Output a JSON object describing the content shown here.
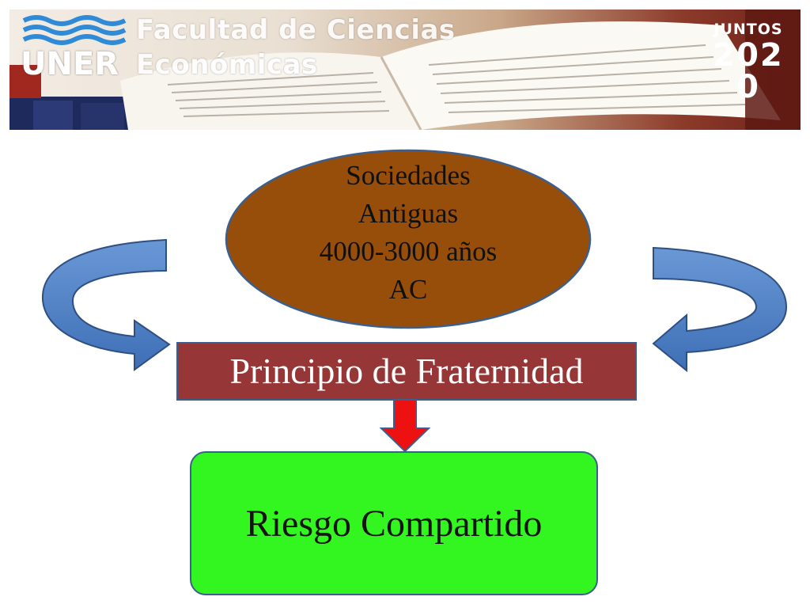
{
  "banner": {
    "line1": "Facultad de Ciencias",
    "line2": "Económicas",
    "org": "UNER",
    "badge_word": "JUNTOS",
    "badge_year": "2020"
  },
  "diagram": {
    "origin": {
      "lines": [
        "Sociedades",
        "Antiguas",
        "4000-3000 años",
        "AC"
      ]
    },
    "principle": "Principio de Fraternidad",
    "result": "Riesgo Compartido"
  },
  "colors": {
    "ellipse_fill": "#974e0a",
    "principle_fill": "#963636",
    "result_fill": "#33f51f",
    "curved_arrow": "#4d7fc4",
    "down_arrow": "#ee1111",
    "outline": "#3b5f8e"
  }
}
